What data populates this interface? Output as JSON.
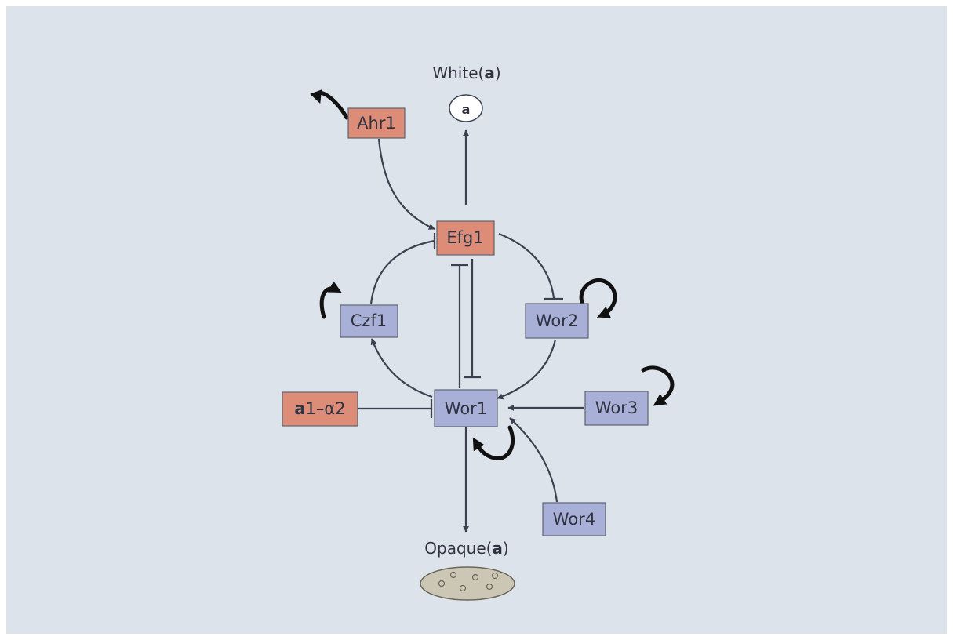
{
  "diagram": {
    "captions": {
      "white_prefix": "White(",
      "white_bold": "a",
      "white_suffix": ")",
      "white_cell_letter": "a",
      "opaque_prefix": "Opaque(",
      "opaque_bold": "a",
      "opaque_suffix": ")"
    },
    "nodes": {
      "ahr1": "Ahr1",
      "efg1": "Efg1",
      "czf1": "Czf1",
      "wor2": "Wor2",
      "wor1": "Wor1",
      "wor3": "Wor3",
      "wor4": "Wor4",
      "a1a2_bold": "a",
      "a1a2_rest": "1–α2"
    },
    "colors": {
      "red_node": "#dc8c77",
      "blue_node": "#a8b0d7",
      "background": "#dde3ea",
      "edge": "#3b4150"
    }
  }
}
